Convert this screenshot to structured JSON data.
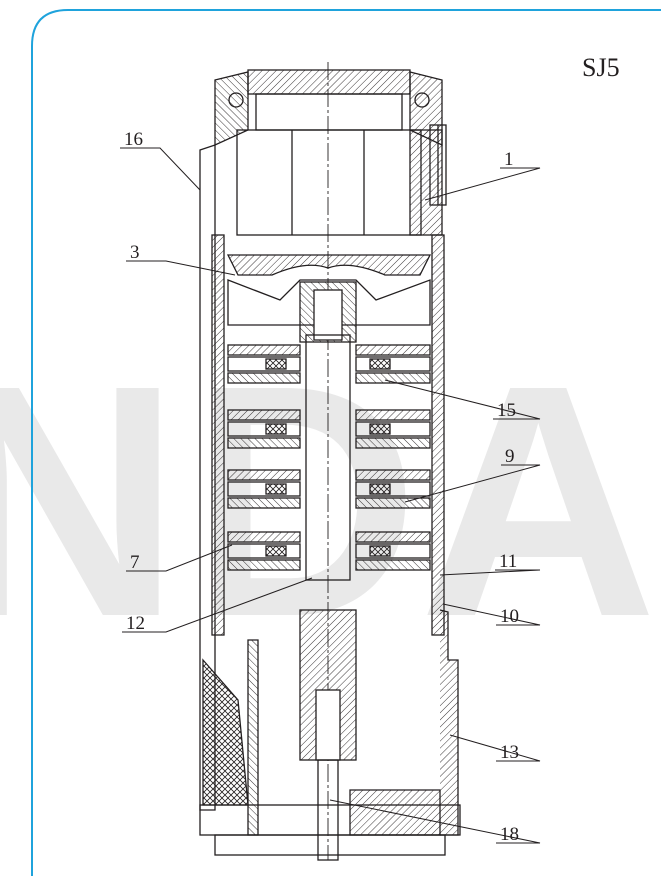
{
  "model": "SJ5",
  "watermark": "NDA",
  "colors": {
    "frame": "#1fa3dc",
    "ink": "#231f20",
    "watermark": "#e9e9e9"
  },
  "callouts": [
    {
      "label": "16",
      "side": "left"
    },
    {
      "label": "1",
      "side": "right"
    },
    {
      "label": "3",
      "side": "left"
    },
    {
      "label": "15",
      "side": "right"
    },
    {
      "label": "9",
      "side": "right"
    },
    {
      "label": "7",
      "side": "left"
    },
    {
      "label": "11",
      "side": "right"
    },
    {
      "label": "12",
      "side": "left"
    },
    {
      "label": "10",
      "side": "right"
    },
    {
      "label": "13",
      "side": "right"
    },
    {
      "label": "18",
      "side": "right"
    }
  ]
}
